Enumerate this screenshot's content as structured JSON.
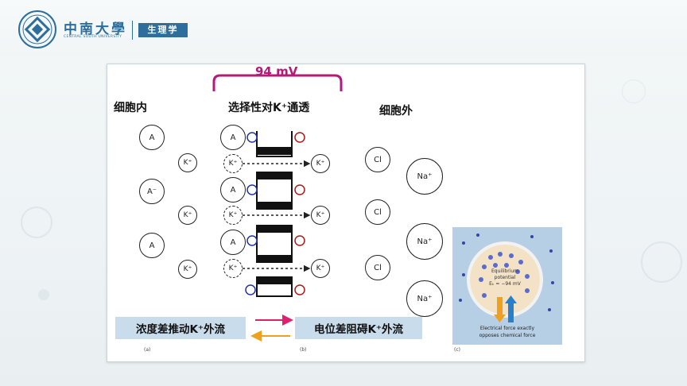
{
  "header": {
    "university_name": "中南大學",
    "university_en": "CENTRAL SOUTH UNIVERSITY",
    "course": "生理学"
  },
  "diagram": {
    "voltage": "94 mV",
    "inside_label": "细胞内",
    "selective_label": "选择性对K⁺通透",
    "outside_label": "细胞外",
    "anion": "A",
    "anion_neg": "A⁻",
    "potassium": "K⁺",
    "chloride": "Cl",
    "sodium": "Na⁺",
    "left_force": "浓度差推动K⁺外流",
    "right_force": "电位差阻碍K⁺外流",
    "caption_a": "(a)",
    "caption_b": "(b)",
    "caption_c": "(c)",
    "inset_line1": "Equilibrium",
    "inset_line2": "potential",
    "inset_line3": "Eₖ = −94 mV",
    "inset_caption1": "Electrical force exactly",
    "inset_caption2": "opposes chemical force",
    "colors": {
      "arc": "#b5197a",
      "arrow_pink": "#e01f6e",
      "arrow_orange": "#f0a020",
      "neg_ion": "#2233aa",
      "pos_ion": "#b01818"
    }
  }
}
